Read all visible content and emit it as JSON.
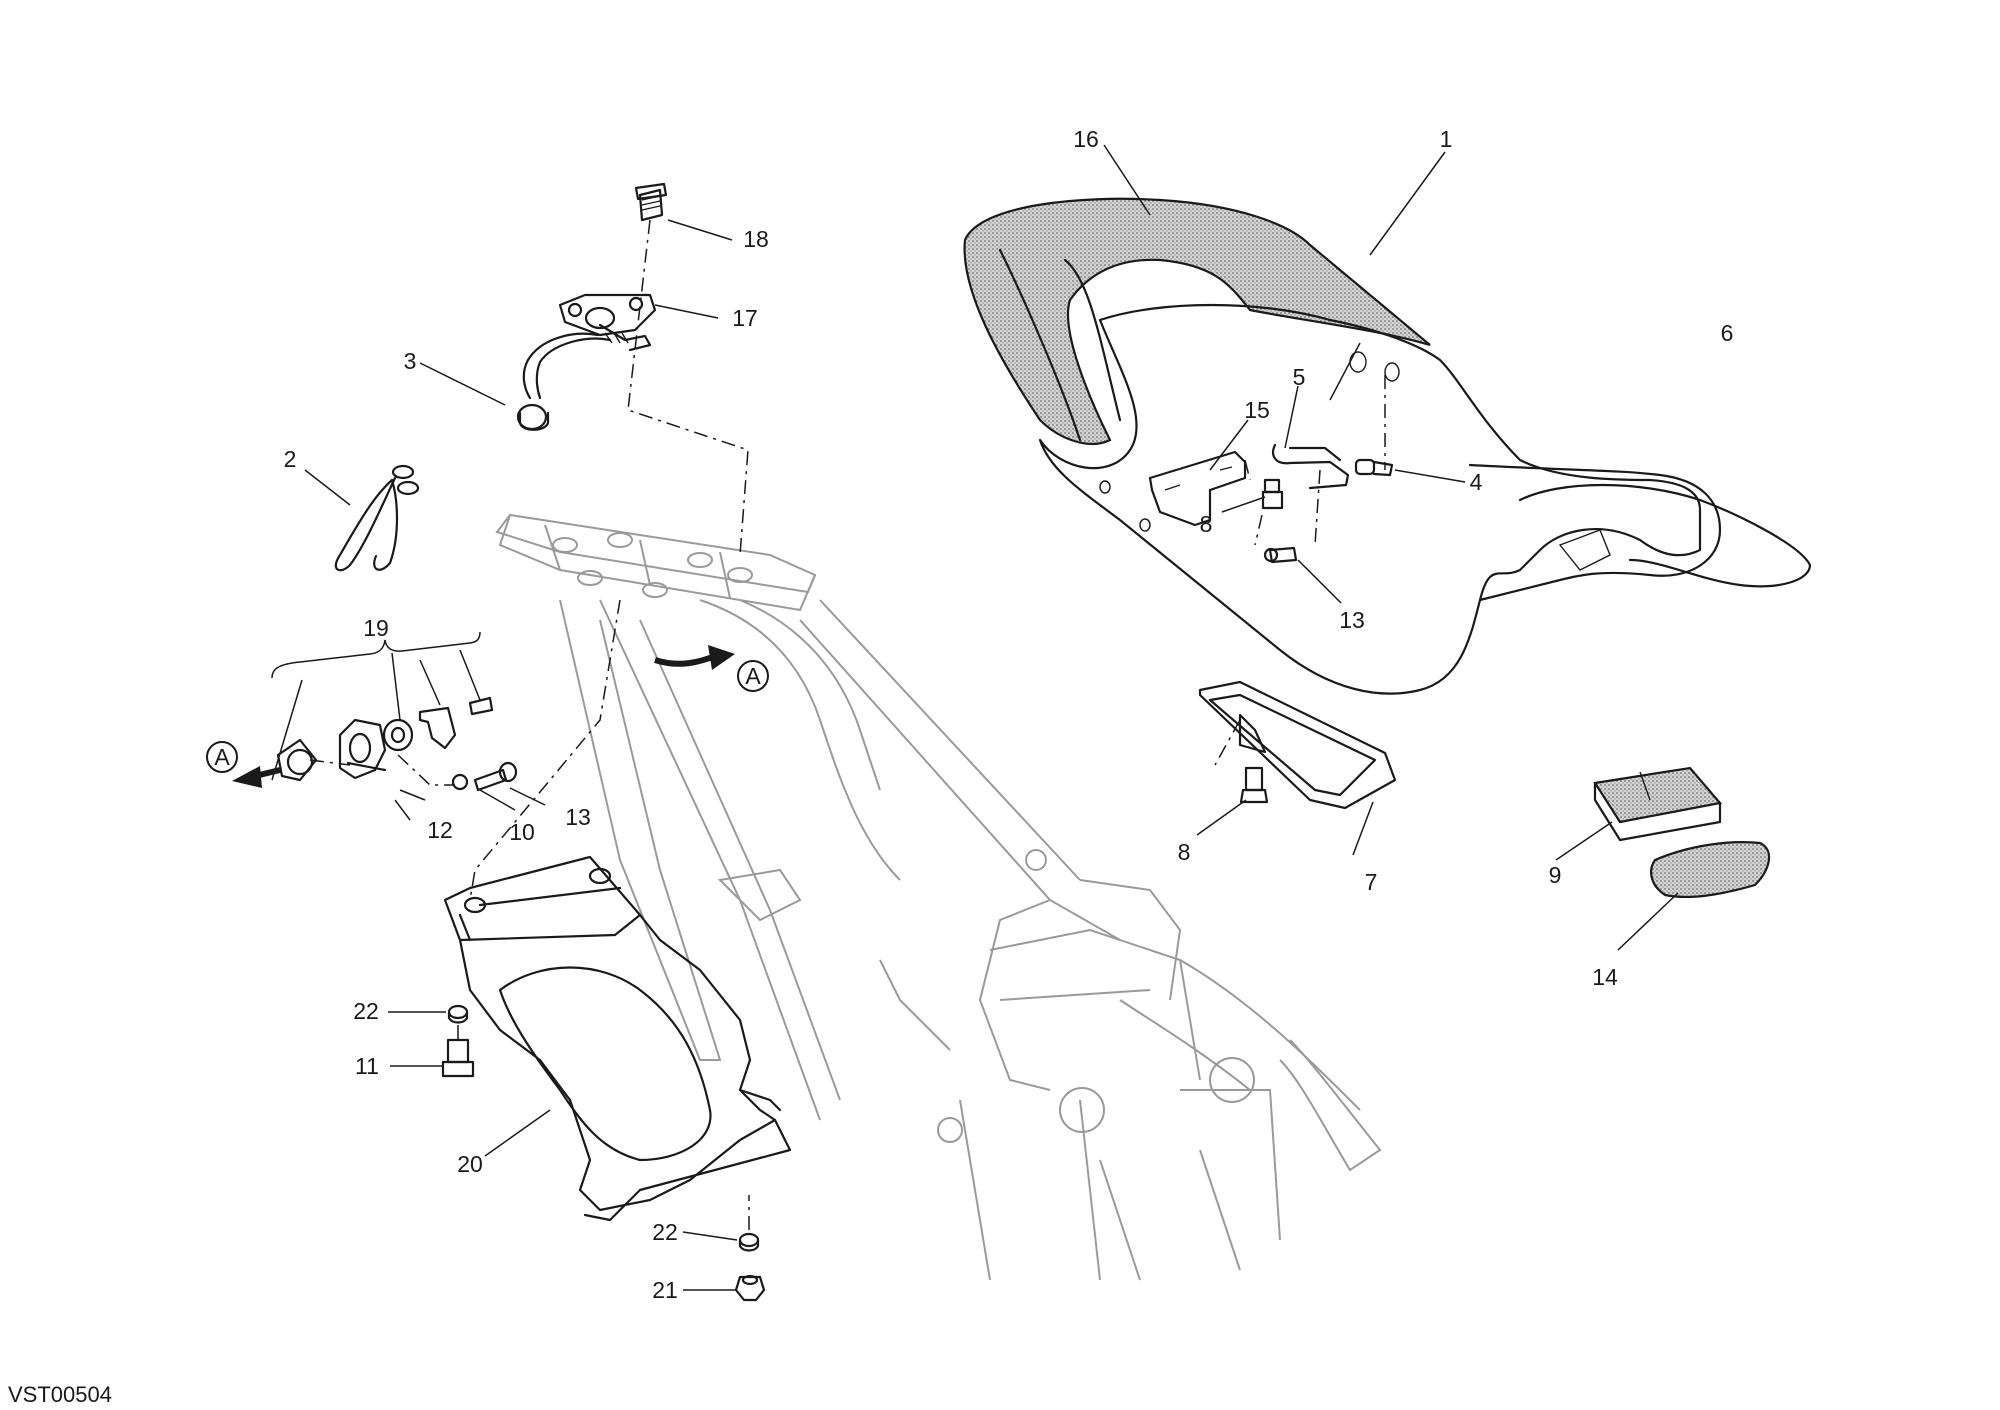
{
  "drawing_code": "VST00504",
  "view_marker": "A",
  "callouts": [
    {
      "id": "c1",
      "label": "1"
    },
    {
      "id": "c2",
      "label": "2"
    },
    {
      "id": "c3",
      "label": "3"
    },
    {
      "id": "c4",
      "label": "4"
    },
    {
      "id": "c5",
      "label": "5"
    },
    {
      "id": "c6",
      "label": "6"
    },
    {
      "id": "c7",
      "label": "7"
    },
    {
      "id": "c8a",
      "label": "8"
    },
    {
      "id": "c8b",
      "label": "8"
    },
    {
      "id": "c9",
      "label": "9"
    },
    {
      "id": "c10",
      "label": "10"
    },
    {
      "id": "c11",
      "label": "11"
    },
    {
      "id": "c12",
      "label": "12"
    },
    {
      "id": "c13a",
      "label": "13"
    },
    {
      "id": "c13b",
      "label": "13"
    },
    {
      "id": "c14",
      "label": "14"
    },
    {
      "id": "c15",
      "label": "15"
    },
    {
      "id": "c16",
      "label": "16"
    },
    {
      "id": "c17",
      "label": "17"
    },
    {
      "id": "c18",
      "label": "18"
    },
    {
      "id": "c19",
      "label": "19"
    },
    {
      "id": "c20",
      "label": "20"
    },
    {
      "id": "c21",
      "label": "21"
    },
    {
      "id": "c22a",
      "label": "22"
    },
    {
      "id": "c22b",
      "label": "22"
    }
  ]
}
